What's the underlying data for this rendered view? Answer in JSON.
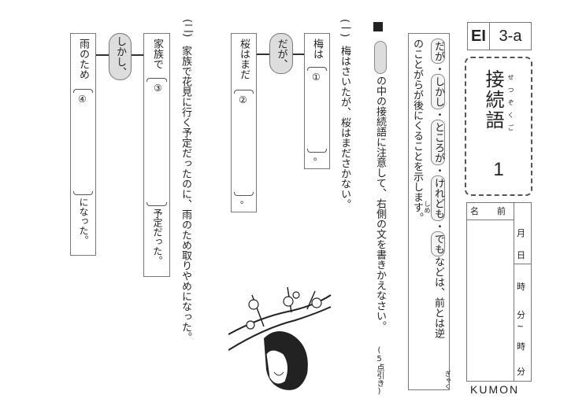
{
  "header": {
    "level": "EI",
    "page": "3-a"
  },
  "title": {
    "text": "接続語",
    "ruby": "せつぞくご",
    "number": "1"
  },
  "name_box": {
    "name_label": "名　前",
    "month": "月",
    "day": "日",
    "hour1": "時",
    "minute1": "分~",
    "hour2": "時",
    "minute2": "分"
  },
  "brand": "KUMON",
  "instruction": {
    "line1_words": [
      "だが",
      "しかし",
      "ところが",
      "けれども",
      "でも"
    ],
    "line1_sep": "・",
    "line1_tail": "などは、前とは逆",
    "line1_ruby": "ぎゃく",
    "line2": "のことがらが後にくることを示します。",
    "line2_ruby": "しめ"
  },
  "task": {
    "text": "の中の接続語に注意して、右側の文を書きかえなさい。",
    "points": "(5点引き)"
  },
  "q1": {
    "label": "(一)",
    "sentence": "梅はさいたが、桜はまださかない。",
    "right_box": {
      "prefix": "梅は",
      "blank": "①",
      "suffix": "。"
    },
    "connector": "だが、",
    "left_box": {
      "prefix": "桜はまだ",
      "blank": "②",
      "suffix": "。"
    }
  },
  "q2": {
    "label": "(二)",
    "sentence": "家族で花見に行く予定だったのに、雨のため取りやめになった。",
    "right_box": {
      "prefix": "家族で",
      "blank": "③",
      "suffix": "予定だった。"
    },
    "connector": "しかし、",
    "left_box": {
      "prefix": "雨のため",
      "blank": "④",
      "suffix": "になった。"
    }
  }
}
